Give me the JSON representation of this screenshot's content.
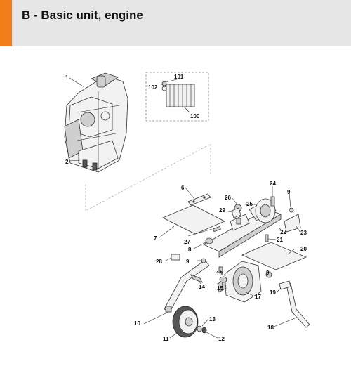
{
  "header": {
    "title": "B - Basic unit, engine",
    "accent_color": "#f07d1a",
    "background_color": "#e6e6e6"
  },
  "callouts": {
    "c1": "1",
    "c2": "2",
    "c6": "6",
    "c7": "7",
    "c8": "8",
    "c9a": "9",
    "c9b": "9",
    "c9c": "9",
    "c10": "10",
    "c11": "11",
    "c12": "12",
    "c13": "13",
    "c14": "14",
    "c15": "15",
    "c16": "16",
    "c17": "17",
    "c18": "18",
    "c19": "19",
    "c20": "20",
    "c21": "21",
    "c22": "22",
    "c23": "23",
    "c24": "24",
    "c25": "25",
    "c26": "26",
    "c27": "27",
    "c28": "28",
    "c29": "29",
    "c100": "100",
    "c101": "101",
    "c102": "102"
  }
}
